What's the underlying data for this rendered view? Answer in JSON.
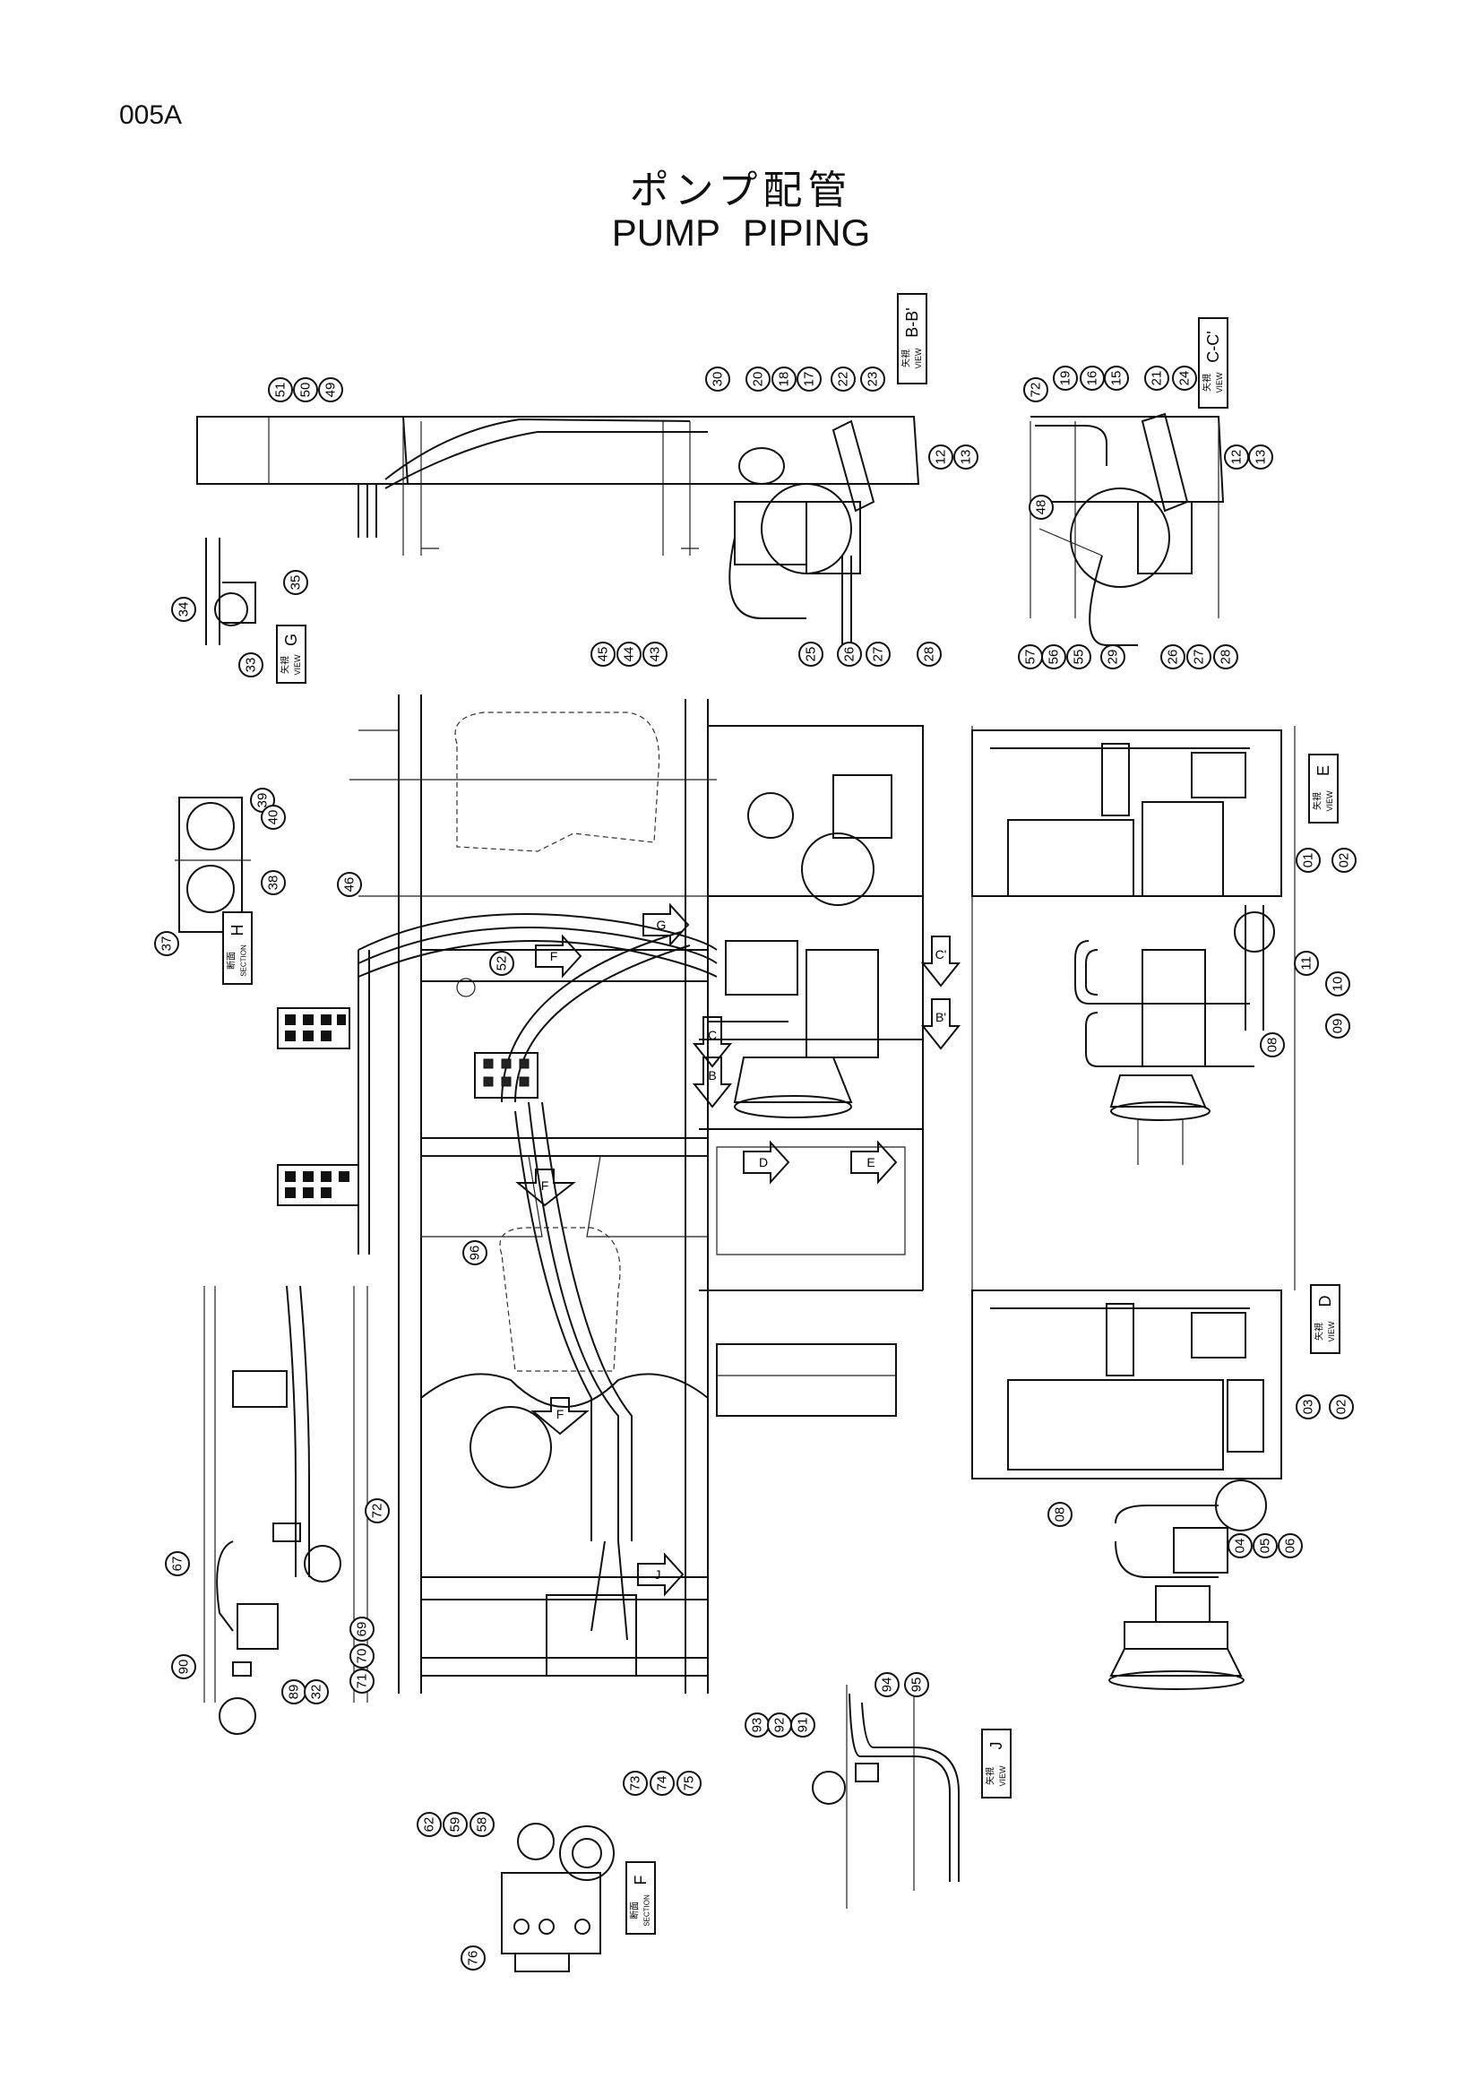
{
  "page_code": "005A",
  "title_ja": "ポンプ配管",
  "title_en": "PUMP  PIPING",
  "views": [
    {
      "id": "view-bb",
      "mark": "矢視",
      "word": "VIEW",
      "letter": "B-B'"
    },
    {
      "id": "view-cc",
      "mark": "矢視",
      "word": "VIEW",
      "letter": "C-C'"
    },
    {
      "id": "view-g",
      "mark": "矢視",
      "word": "VIEW",
      "letter": "G"
    },
    {
      "id": "section-h",
      "mark": "断面",
      "word": "SECTION",
      "letter": "H"
    },
    {
      "id": "view-e",
      "mark": "矢視",
      "word": "VIEW",
      "letter": "E"
    },
    {
      "id": "view-d",
      "mark": "矢視",
      "word": "VIEW",
      "letter": "D"
    },
    {
      "id": "view-j",
      "mark": "矢視",
      "word": "VIEW",
      "letter": "J"
    },
    {
      "id": "section-f",
      "mark": "断面",
      "word": "SECTION",
      "letter": "F"
    }
  ],
  "arrows": [
    "G",
    "F",
    "B'",
    "C'",
    "B",
    "C",
    "D",
    "E",
    "F",
    "J",
    "F"
  ],
  "balloons": {
    "bb": [
      "51",
      "50",
      "49",
      "30",
      "20",
      "18",
      "17",
      "22",
      "23",
      "12",
      "13",
      "45",
      "44",
      "43",
      "25",
      "26",
      "27",
      "28"
    ],
    "cc": [
      "72",
      "19",
      "16",
      "15",
      "21",
      "24",
      "12",
      "13",
      "48",
      "57",
      "56",
      "55",
      "29",
      "26",
      "27",
      "28"
    ],
    "g": [
      "34",
      "35",
      "33"
    ],
    "h": [
      "39",
      "40",
      "38",
      "37"
    ],
    "main": [
      "46",
      "52",
      "96"
    ],
    "e": [
      "01",
      "02",
      "11",
      "10",
      "09",
      "08"
    ],
    "d": [
      "03",
      "02",
      "08",
      "04",
      "05",
      "06"
    ],
    "left": [
      "72",
      "67",
      "69",
      "70",
      "71",
      "90",
      "89",
      "32"
    ],
    "j": [
      "93",
      "92",
      "91",
      "94",
      "95"
    ],
    "f": [
      "62",
      "59",
      "58",
      "73",
      "74",
      "75",
      "76"
    ]
  }
}
